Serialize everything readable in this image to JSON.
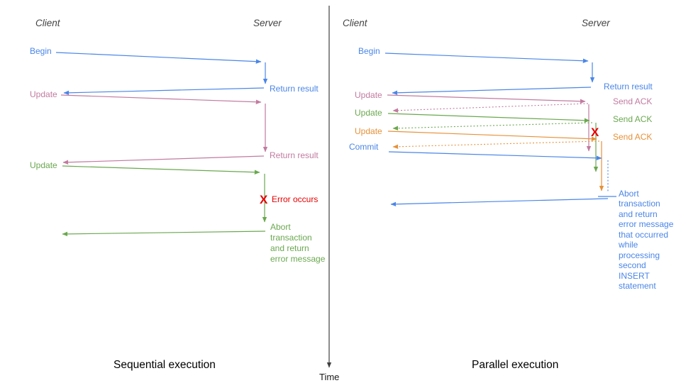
{
  "colors": {
    "blue": "#4a86e8",
    "pink": "#c27ba0",
    "green": "#6aa84f",
    "orange": "#e69138",
    "red": "#e60000",
    "axis": "#3f3f3f",
    "header": "#434343",
    "caption": "#000000"
  },
  "time_axis": {
    "label": "Time"
  },
  "left": {
    "caption": "Sequential execution",
    "client": "Client",
    "server": "Server",
    "begin": "Begin",
    "return_result_1": "Return result",
    "update_1": "Update",
    "return_result_2": "Return result",
    "update_2": "Update",
    "error_mark": "X",
    "error_label": "Error occurs",
    "abort_lines": [
      "Abort",
      "transaction",
      "and return",
      "error message"
    ]
  },
  "right": {
    "caption": "Parallel execution",
    "client": "Client",
    "server": "Server",
    "begin": "Begin",
    "return_result": "Return result",
    "update_1": "Update",
    "ack_1": "Send ACK",
    "update_2": "Update",
    "ack_2": "Send ACK",
    "update_3": "Update",
    "ack_3": "Send ACK",
    "commit": "Commit",
    "error_mark": "X",
    "abort_lines": [
      "Abort",
      "transaction",
      "and return",
      "error message",
      "that occurred",
      "while",
      "processing",
      "second",
      "INSERT",
      "statement"
    ]
  }
}
